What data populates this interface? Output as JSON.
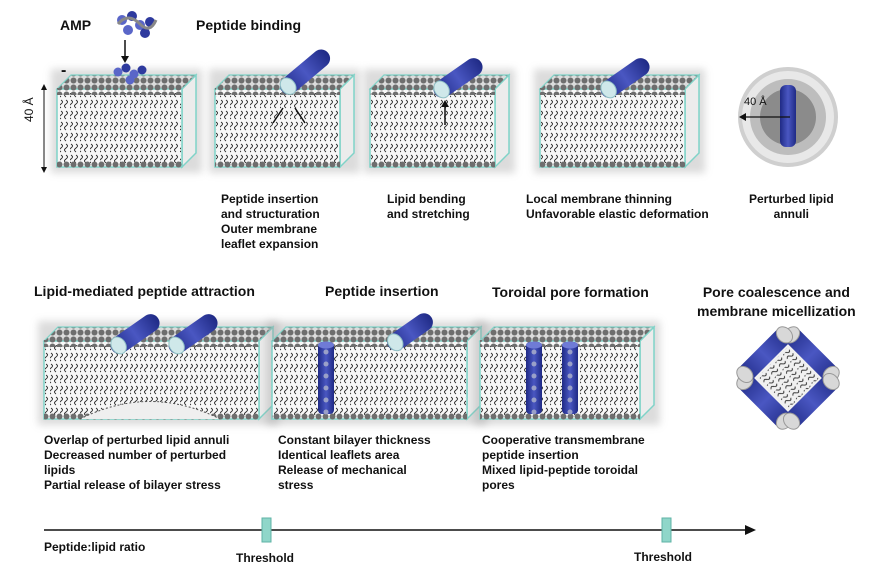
{
  "colors": {
    "peptide": "#2e3a9e",
    "peptide_light": "#5a66c8",
    "membrane_edge": "#7fd3c8",
    "threshold_marker": "#8fd6c9",
    "head_group": "#6e6e6e"
  },
  "top_labels": {
    "amp": "AMP",
    "charge_minus": "-",
    "peptide_binding": "Peptide binding",
    "thickness": "40 Å",
    "annulus_radius": "40 Å"
  },
  "top_captions": {
    "insertion": [
      "Peptide insertion",
      "and structuration",
      "Outer membrane",
      "leaflet expansion"
    ],
    "bending": [
      "Lipid bending",
      "and stretching"
    ],
    "thinning": [
      "Local membrane thinning",
      "Unfavorable elastic deformation"
    ],
    "annuli": [
      "Perturbed lipid",
      "annuli"
    ]
  },
  "bottom_headings": {
    "attraction": "Lipid-mediated peptide attraction",
    "insertion": "Peptide insertion",
    "toroidal": "Toroidal pore formation",
    "coalescence": [
      "Pore coalescence and",
      "membrane micellization"
    ]
  },
  "bottom_captions": {
    "attraction": [
      "Overlap of perturbed lipid annuli",
      "Decreased number of perturbed",
      "lipids",
      "Partial release of bilayer stress"
    ],
    "insertion": [
      "Constant bilayer thickness",
      "Identical leaflets area",
      "Release of mechanical",
      "stress"
    ],
    "toroidal": [
      "Cooperative transmembrane",
      "peptide insertion",
      "Mixed lipid-peptide toroidal",
      "pores"
    ]
  },
  "axis": {
    "label": "Peptide:lipid ratio",
    "thresholds": [
      "Threshold",
      "Threshold"
    ]
  }
}
